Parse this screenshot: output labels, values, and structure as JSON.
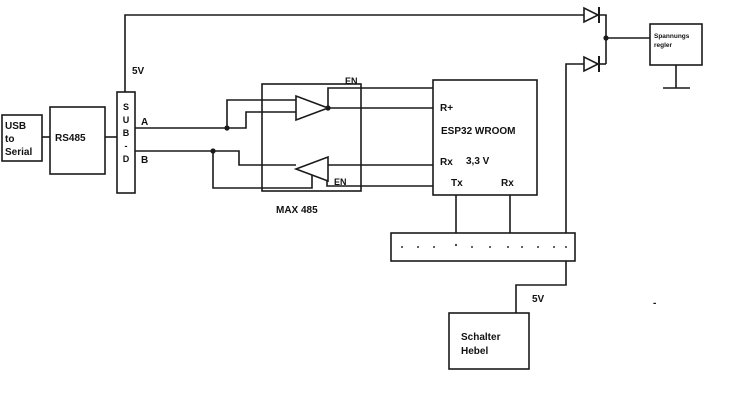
{
  "blocks": {
    "usb_line1": "USB",
    "usb_line2": "to",
    "usb_line3": "Serial",
    "rs485": "RS485",
    "subd": [
      "S",
      "U",
      "B",
      "-",
      "D"
    ],
    "esp32": "ESP32 WROOM",
    "max485": "MAX 485",
    "regulator_line1": "Spannungs",
    "regulator_line2": "regler",
    "switch_line1": "Schalter",
    "switch_line2": "Hebel"
  },
  "labels": {
    "five_v_top": "5V",
    "five_v_bottom": "5V",
    "line_a": "A",
    "line_b": "B",
    "en_top": "EN",
    "en_bottom": "EN",
    "pin_rplus": "R+",
    "pin_rx_left": "Rx",
    "voltage_33": "3,3 V",
    "pin_tx": "Tx",
    "pin_rx_bottom": "Rx",
    "dash_mark": "-"
  }
}
